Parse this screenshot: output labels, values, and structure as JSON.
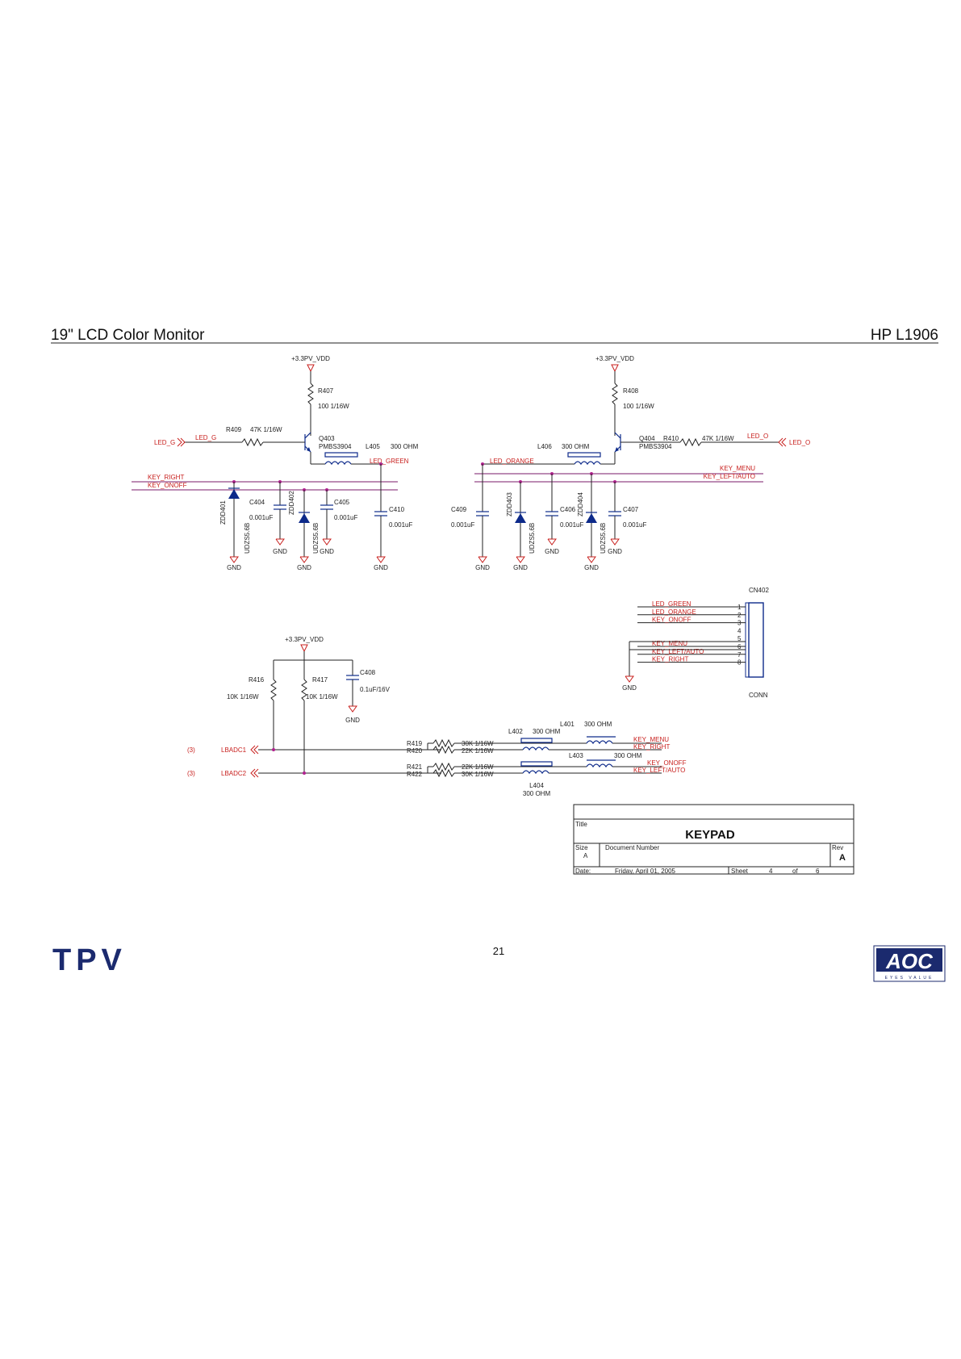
{
  "header": {
    "left": "19\" LCD Color Monitor",
    "right": "HP L1906"
  },
  "page_number": "21",
  "logos": {
    "left": "TPV",
    "right": "AOC",
    "right_tag": "EYES VALUE"
  },
  "colors": {
    "net": "#c8201e",
    "part": "#0d2a8a",
    "bus": "#7a1a6a",
    "junction": "#b0208e",
    "logo": "#1b2a6e"
  },
  "power": "+3.3PV_VDD",
  "gnd": "GND",
  "top_left": {
    "r407": "R407",
    "r407_val": "100    1/16W",
    "r409": "R409",
    "r409_val": "47K    1/16W",
    "q403": "Q403",
    "q403_part": "PMBS3904",
    "l405": "L405",
    "l405_val": "300 OHM",
    "net_led_g": "LED_G",
    "net_led_g2": "LED_G",
    "net_led_green": "LED_GREEN",
    "bus1": "KEY_RIGHT",
    "bus2": "KEY_ONOFF",
    "zdd401": "ZDD401",
    "zdd401_part": "UDZS5.6B",
    "c404": "C404",
    "c404_val": "0.001uF",
    "zdd402": "ZDD402",
    "zdd402_part": "UDZS5.6B",
    "c405": "C405",
    "c405_val": "0.001uF",
    "c410": "C410",
    "c410_val": "0.001uF"
  },
  "top_right": {
    "r408": "R408",
    "r408_val": "100    1/16W",
    "r410": "R410",
    "r410_val": "47K    1/16W",
    "q404": "Q404",
    "q404_part": "PMBS3904",
    "l406": "L406",
    "l406_val": "300 OHM",
    "net_led_o": "LED_O",
    "net_led_o2": "LED_O",
    "net_led_orange": "LED_ORANGE",
    "bus1": "KEY_MENU",
    "bus2": "KEY_LEFT/AUTO",
    "c409": "C409",
    "c409_val": "0.001uF",
    "zdd403": "ZDD403",
    "zdd403_part": "UDZS5.6B",
    "c406": "C406",
    "c406_val": "0.001uF",
    "zdd404": "ZDD404",
    "zdd404_part": "UDZS5.6B",
    "c407": "C407",
    "c407_val": "0.001uF"
  },
  "connector": {
    "ref": "CN402",
    "type": "CONN",
    "pins": [
      {
        "num": "1",
        "net": "LED_GREEN"
      },
      {
        "num": "2",
        "net": "LED_ORANGE"
      },
      {
        "num": "3",
        "net": "KEY_ONOFF"
      },
      {
        "num": "4",
        "net": ""
      },
      {
        "num": "5",
        "net": ""
      },
      {
        "num": "6",
        "net": "KEY_MENU"
      },
      {
        "num": "7",
        "net": "KEY_LEFT/AUTO"
      },
      {
        "num": "8",
        "net": "KEY_RIGHT"
      }
    ]
  },
  "bottom": {
    "r416": "R416",
    "r416_val": "10K    1/16W",
    "r417": "R417",
    "r417_val": "10K    1/16W",
    "c408": "C408",
    "c408_val": "0.1uF/16V",
    "sheet_ref1": "(3)",
    "sheet_ref2": "(3)",
    "lbadc1": "LBADC1",
    "lbadc2": "LBADC2",
    "r419": "R419",
    "r419_val": "30K    1/16W",
    "r420": "R420",
    "r420_val": "22K    1/16W",
    "r421": "R421",
    "r421_val": "22K    1/16W",
    "r422": "R422",
    "r422_val": "30K    1/16W",
    "l401": "L401",
    "l401_val": "300 OHM",
    "l402": "L402",
    "l402_val": "300 OHM",
    "l403": "L403",
    "l403_val": "300 OHM",
    "l404": "L404",
    "l404_val": "300 OHM",
    "out1": "KEY_MENU",
    "out2": "KEY_RIGHT",
    "out3": "KEY_ONOFF",
    "out4": "KEY_LEFT/AUTO"
  },
  "title_block": {
    "title_label": "Title",
    "title": "KEYPAD",
    "size_label": "Size",
    "size": "A",
    "doc_label": "Document Number",
    "rev_label": "Rev",
    "rev": "A",
    "date_label": "Date:",
    "date": "Friday, April 01, 2005",
    "sheet_label": "Sheet",
    "sheet": "4",
    "of_label": "of",
    "of": "6"
  }
}
